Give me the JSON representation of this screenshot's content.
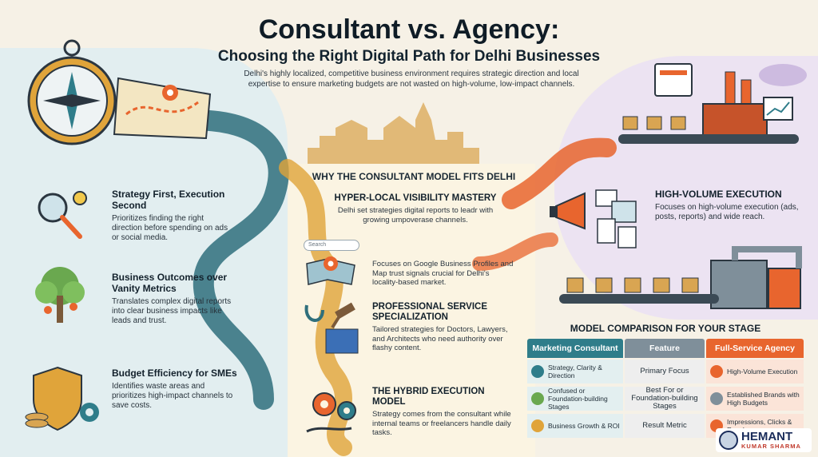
{
  "header": {
    "title": "Consultant vs. Agency:",
    "subtitle": "Choosing the Right Digital Path for Delhi Businesses",
    "intro": "Delhi's highly localized, competitive business environment requires strategic direction and local expertise to ensure marketing budgets are not wasted on high-volume, low-impact channels."
  },
  "left": [
    {
      "title": "Strategy First, Execution Second",
      "body": "Prioritizes finding the right direction before spending on ads or social media.",
      "icon": "magnifier-bulb-icon"
    },
    {
      "title": "Business Outcomes over Vanity Metrics",
      "body": "Translates complex digital reports into clear business impacts like leads and trust.",
      "icon": "tree-icon"
    },
    {
      "title": "Budget Efficiency for SMEs",
      "body": "Identifies waste areas and prioritizes high-impact channels to save costs.",
      "icon": "shield-coins-icon"
    }
  ],
  "center": {
    "heading": "WHY THE CONSULTANT MODEL FITS DELHI",
    "items": [
      {
        "title": "HYPER-LOCAL VISIBILITY MASTERY",
        "body": "Delhi set strategies digital reports to leadr with growing umpoverase channels."
      },
      {
        "title": "",
        "body": "Focuses on Google Business Profiles and Map trust signals crucial for Delhi's locality-based market.",
        "search_label": "Search"
      },
      {
        "title": "PROFESSIONAL SERVICE SPECIALIZATION",
        "body": "Tailored strategies for Doctors, Lawyers, and Architects who need authority over flashy content."
      },
      {
        "title": "THE HYBRID EXECUTION MODEL",
        "body": "Strategy comes from the consultant while internal teams or freelancers handle daily tasks."
      }
    ]
  },
  "right": {
    "title": "HIGH-VOLUME EXECUTION",
    "body": "Focuses on high-volume execution (ads, posts, reports) and wide reach."
  },
  "table": {
    "title": "MODEL COMPARISON FOR YOUR STAGE",
    "headers": [
      "Marketing Consultant",
      "Feature",
      "Full-Service Agency"
    ],
    "rows": [
      [
        "Strategy, Clarity & Direction",
        "Primary Focus",
        "High-Volume Execution"
      ],
      [
        "Confused or Foundation-building Stages",
        "Best For or Foundation-building Stages",
        "Established Brands with High Budgets"
      ],
      [
        "Business Growth & ROI",
        "Result Metric",
        "Impressions, Clicks & Reach"
      ]
    ]
  },
  "logo": {
    "line1": "HEMANT",
    "line2": "KUMAR SHARMA"
  },
  "colors": {
    "teal": "#2f7d8a",
    "orange": "#e8652e",
    "gold": "#e0a43a",
    "navy": "#1a2c5a"
  }
}
